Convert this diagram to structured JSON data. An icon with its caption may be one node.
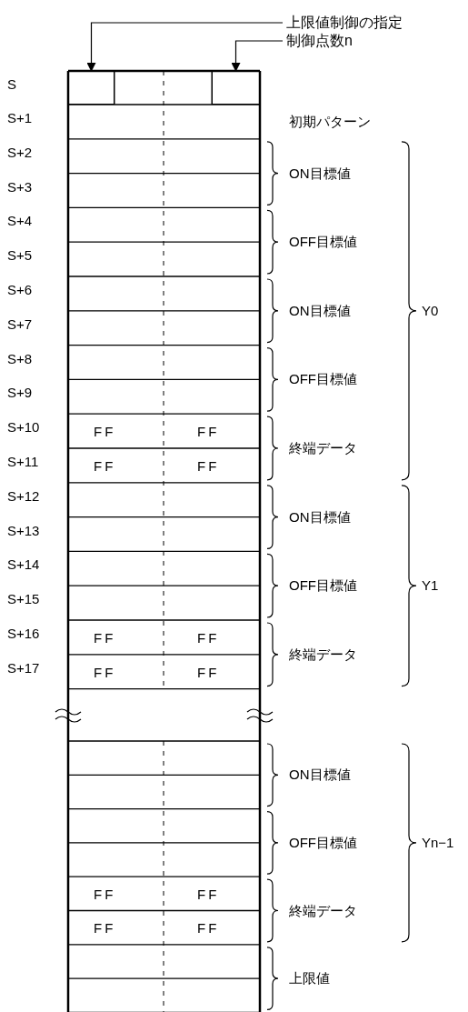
{
  "diagram": {
    "nodes": [
      {
        "text": [
          "上限値制御の指定"
        ]
      },
      {
        "text": [
          "制御点数n"
        ]
      },
      {
        "text": [],
        "shape": "box"
      },
      {
        "text": [],
        "shape": "box"
      }
    ],
    "edges": [
      {
        "from": 0,
        "to": 2,
        "arrow": "to"
      },
      {
        "from": 1,
        "to": 3,
        "arrow": "to"
      }
    ],
    "labels": [
      "S",
      "S+1",
      "初期パターン",
      "S+2",
      "S+3",
      "ON目標値",
      "S+4",
      "S+5",
      "OFF目標値",
      "S+6",
      "S+7",
      "ON目標値",
      "Y0",
      "S+8",
      "S+9",
      "OFF目標値",
      "S+10",
      "FF",
      "FF",
      "S+11",
      "FF",
      "FF",
      "終端データ",
      "S+12",
      "S+13",
      "ON目標値",
      "S+14",
      "S+15",
      "OFF目標値",
      "Y1",
      "S+16",
      "FF",
      "FF",
      "S+17",
      "FF",
      "FF",
      "終端データ",
      "ON目標値",
      "OFF目標値",
      "Yn−1",
      "FF",
      "FF",
      "FF",
      "FF",
      "終端データ",
      "上限値"
    ]
  }
}
